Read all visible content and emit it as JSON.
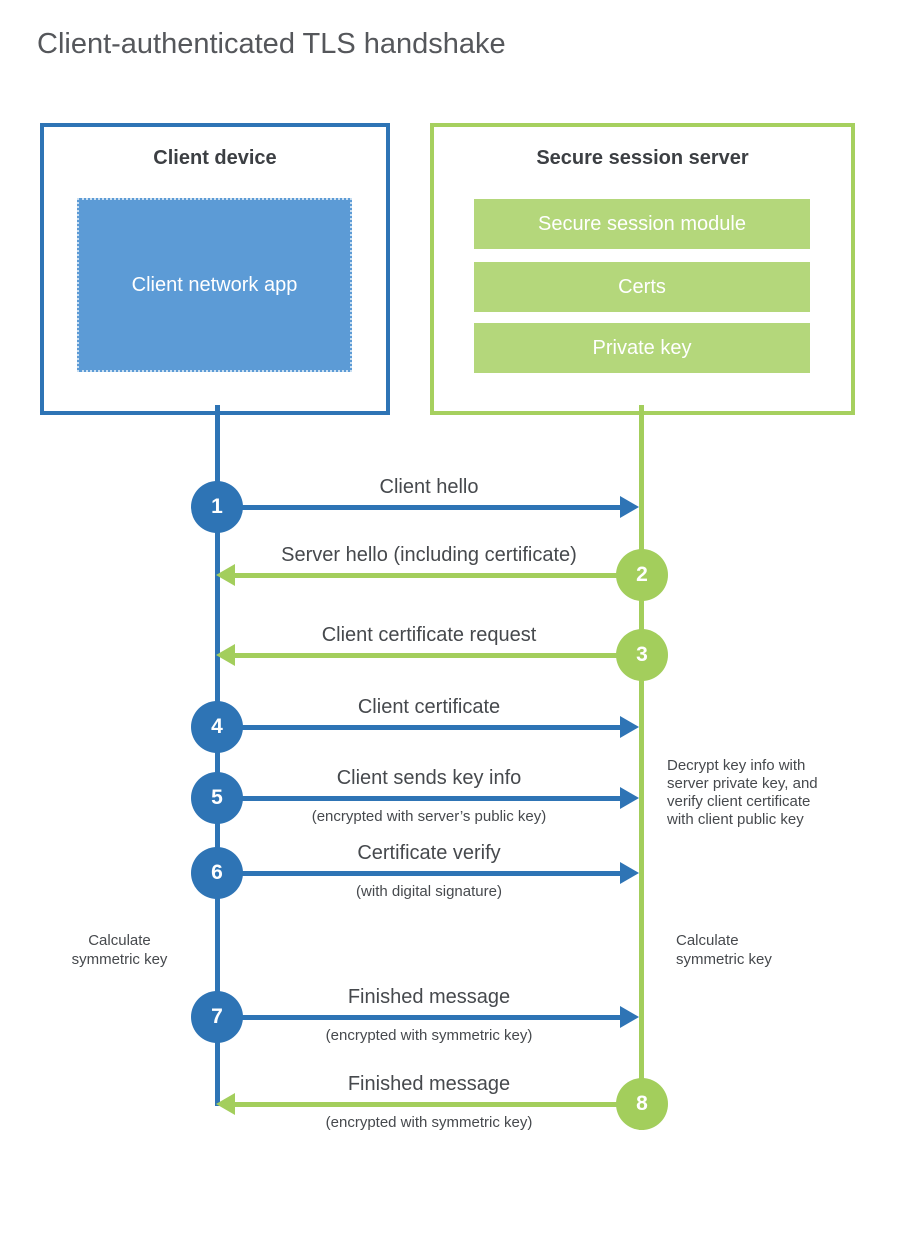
{
  "page": {
    "title": "Client-authenticated TLS handshake"
  },
  "colors": {
    "client_blue": "#2e74b5",
    "client_app_fill": "#5c9bd6",
    "server_green_border": "#a6d05f",
    "server_green_line": "#a3ce5c",
    "server_bar_fill": "#b4d77b",
    "label_text": "#46494d",
    "title_text": "#55575b"
  },
  "client": {
    "title": "Client device",
    "app_label": "Client network app"
  },
  "server": {
    "title": "Secure session server",
    "modules": [
      "Secure session module",
      "Certs",
      "Private key"
    ]
  },
  "steps": [
    {
      "num": "1",
      "actor": "client",
      "direction": "right",
      "label": "Client hello",
      "sublabel": ""
    },
    {
      "num": "2",
      "actor": "server",
      "direction": "left",
      "label": "Server hello (including certificate)",
      "sublabel": ""
    },
    {
      "num": "3",
      "actor": "server",
      "direction": "left",
      "label": "Client certificate request",
      "sublabel": ""
    },
    {
      "num": "4",
      "actor": "client",
      "direction": "right",
      "label": "Client certificate",
      "sublabel": ""
    },
    {
      "num": "5",
      "actor": "client",
      "direction": "right",
      "label": "Client sends key info",
      "sublabel": "(encrypted with server’s public key)"
    },
    {
      "num": "6",
      "actor": "client",
      "direction": "right",
      "label": "Certificate verify",
      "sublabel": "(with digital signature)"
    },
    {
      "num": "7",
      "actor": "client",
      "direction": "right",
      "label": "Finished message",
      "sublabel": "(encrypted with symmetric key)"
    },
    {
      "num": "8",
      "actor": "server",
      "direction": "left",
      "label": "Finished message",
      "sublabel": "(encrypted with symmetric key)"
    }
  ],
  "notes": {
    "decrypt": "Decrypt key info with server private key, and verify client certificate with client public key",
    "calc_left": "Calculate symmetric key",
    "calc_right": "Calculate symmetric key"
  }
}
